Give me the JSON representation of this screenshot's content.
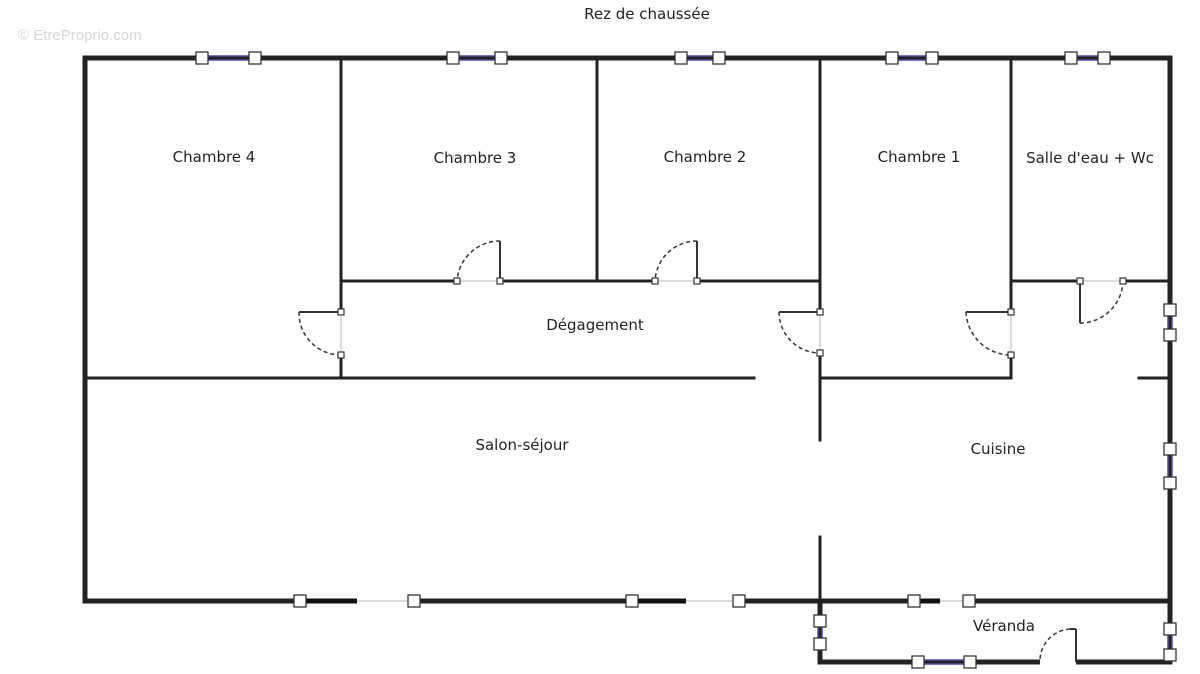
{
  "watermark": "© EtreProprio.com",
  "title": "Rez de chaussée",
  "rooms": {
    "chambre4": "Chambre 4",
    "chambre3": "Chambre 3",
    "chambre2": "Chambre 2",
    "chambre1": "Chambre 1",
    "salle_eau": "Salle d'eau + Wc",
    "degagement": "Dégagement",
    "salon": "Salon-séjour",
    "cuisine": "Cuisine",
    "veranda": "Véranda"
  }
}
